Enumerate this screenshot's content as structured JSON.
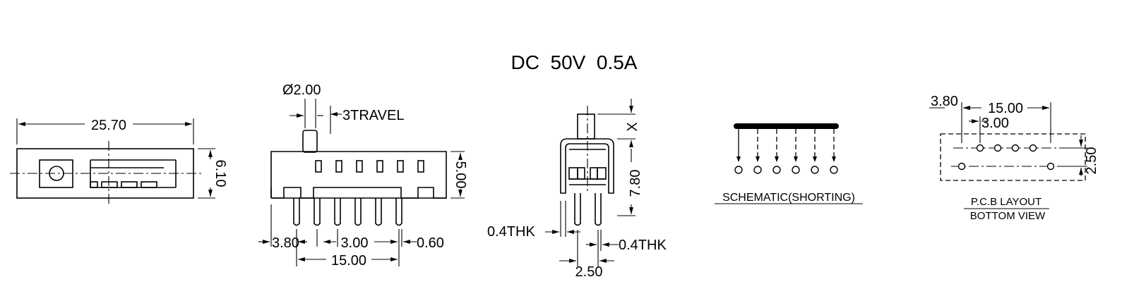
{
  "title": "DC  50V  0.5A",
  "front_view": {
    "length": "25.70",
    "height": "6.10"
  },
  "side_view": {
    "knob_dia": "Ø2.00",
    "travel": "3TRAVEL",
    "height": "5.00",
    "dim_first_pin": "3.80",
    "dim_pitch": "3.00",
    "dim_pin_width": "0.60",
    "dim_span": "15.00"
  },
  "end_view": {
    "dim_x": "X",
    "dim_height": "7.80",
    "thk_left": "0.4THK",
    "thk_right": "0.4THK",
    "dim_row": "2.50"
  },
  "schematic": {
    "caption": "SCHEMATIC(SHORTING)"
  },
  "pcb": {
    "dim_offset": "3.80",
    "dim_span": "15.00",
    "dim_pitch": "3.00",
    "dim_row": "2.50",
    "caption_top": "P.C.B LAYOUT",
    "caption_bottom": "BOTTOM VIEW"
  }
}
